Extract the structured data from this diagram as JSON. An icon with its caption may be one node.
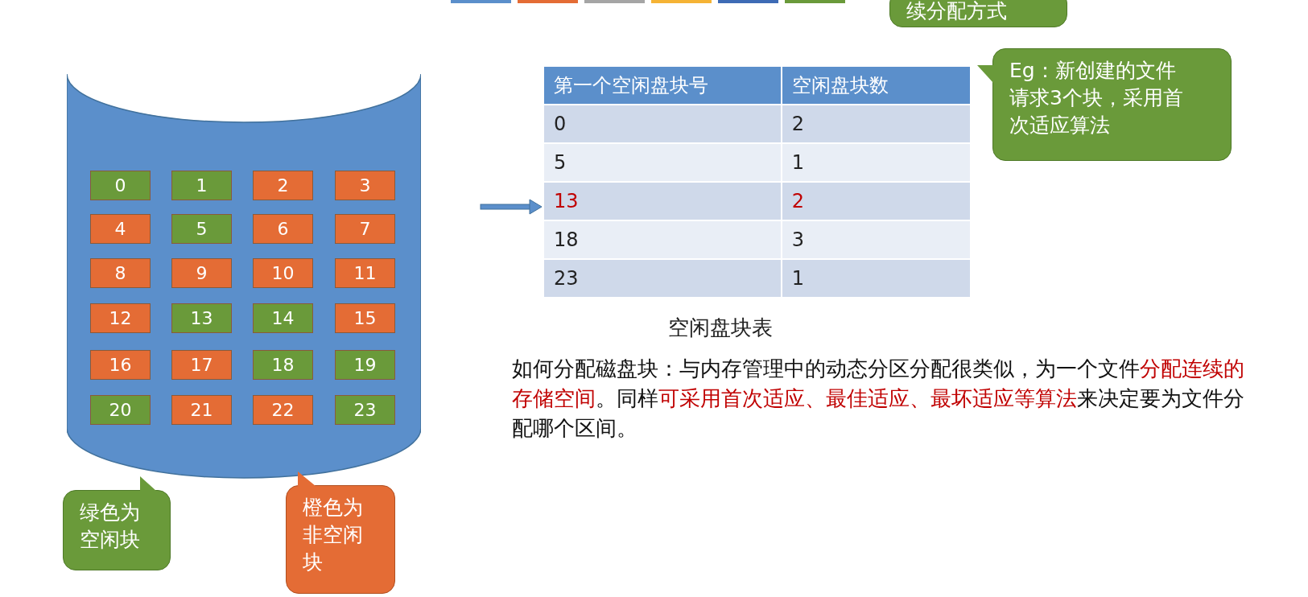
{
  "diagram": {
    "nodes": [
      {
        "text": [],
        "shape": "cylinder"
      },
      {
        "text": [
          "0"
        ],
        "in": 0
      },
      {
        "text": [
          "1"
        ],
        "in": 0
      },
      {
        "text": [
          "2"
        ],
        "in": 0
      },
      {
        "text": [
          "3"
        ],
        "in": 0
      },
      {
        "text": [
          "4"
        ],
        "in": 0
      },
      {
        "text": [
          "5"
        ],
        "in": 0
      },
      {
        "text": [
          "6"
        ],
        "in": 0
      },
      {
        "text": [
          "7"
        ],
        "in": 0
      },
      {
        "text": [
          "8"
        ],
        "in": 0
      },
      {
        "text": [
          "9"
        ],
        "in": 0
      },
      {
        "text": [
          "10"
        ],
        "in": 0
      },
      {
        "text": [
          "11"
        ],
        "in": 0
      },
      {
        "text": [
          "12"
        ],
        "in": 0
      },
      {
        "text": [
          "13"
        ],
        "in": 0
      },
      {
        "text": [
          "14"
        ],
        "in": 0
      },
      {
        "text": [
          "15"
        ],
        "in": 0
      },
      {
        "text": [
          "16"
        ],
        "in": 0
      },
      {
        "text": [
          "17"
        ],
        "in": 0
      },
      {
        "text": [
          "18"
        ],
        "in": 0
      },
      {
        "text": [
          "19"
        ],
        "in": 0
      },
      {
        "text": [
          "20"
        ],
        "in": 0
      },
      {
        "text": [
          "21"
        ],
        "in": 0
      },
      {
        "text": [
          "22"
        ],
        "in": 0
      },
      {
        "text": [
          "23"
        ],
        "in": 0
      },
      {
        "text": [
          "绿色为空闲块"
        ]
      },
      {
        "text": [
          "橙色为非空闲块"
        ]
      },
      {
        "text": [
          "续分配方式"
        ]
      },
      {
        "text": [
          "Eg：新创建的文件请求3个块，采用首次适应算法"
        ]
      }
    ],
    "edges": [],
    "labels": [
      "第一个空闲盘块号",
      "空闲盘块数",
      "0",
      "2",
      "5",
      "1",
      "13",
      "2",
      "18",
      "3",
      "23",
      "1",
      "空闲盘块表",
      "如何分配磁盘块：与内存管理中的动态分区分配很类似，为一个文件",
      "分配连续的存储空间",
      "。同样",
      "可采用首次适应、最佳适应、最坏适应等算法",
      "来决定要为文件分配哪个区间。"
    ]
  }
}
